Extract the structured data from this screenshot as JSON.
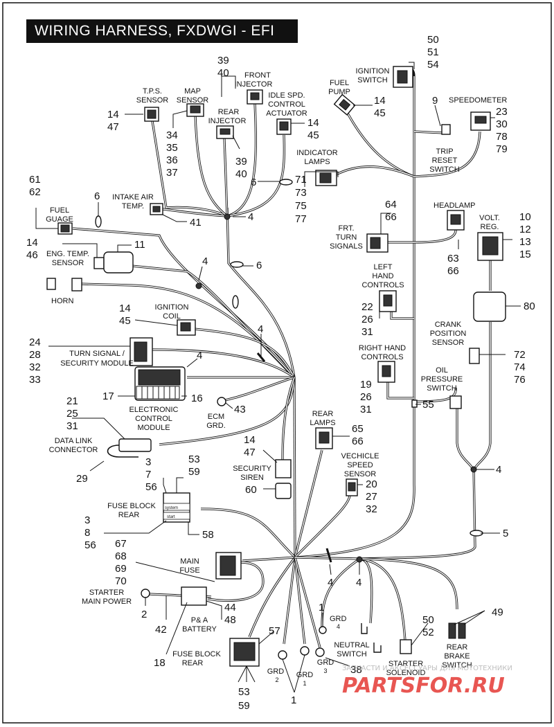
{
  "title": "WIRING HARNESS, FXDWGI - EFI",
  "watermark": {
    "line1": "ЗАПЧАСТИ И АКСЕССУАРЫ ДЛЯ МОТОТЕХНИКИ",
    "line2": "PARTSFOR.RU",
    "color": "#e53935"
  },
  "labels": {
    "ignition_switch": [
      "IGNITION",
      "SWITCH"
    ],
    "fuel_pump": [
      "FUEL",
      "PUMP"
    ],
    "speedometer": [
      "SPEEDOMETER"
    ],
    "front_injector": [
      "FRONT",
      "INJECTOR"
    ],
    "idle_spd": [
      "IDLE SPD.",
      "CONTROL",
      "ACTUATOR"
    ],
    "tps_sensor": [
      "T.P.S.",
      "SENSOR"
    ],
    "map_sensor": [
      "MAP",
      "SENSOR"
    ],
    "rear_injector": [
      "REAR",
      "INJECTOR"
    ],
    "trip_reset": [
      "TRIP",
      "RESET",
      "SWITCH"
    ],
    "indicator_lamps": [
      "INDICATOR",
      "LAMPS"
    ],
    "intake_air": [
      "INTAKE  AIR",
      "TEMP."
    ],
    "fuel_guage": [
      "FUEL",
      "GUAGE"
    ],
    "headlamp": [
      "HEADLAMP"
    ],
    "volt_reg": [
      "VOLT.",
      "REG."
    ],
    "frt_turn": [
      "FRT.",
      "TURN",
      "SIGNALS"
    ],
    "eng_temp": [
      "ENG. TEMP.",
      "SENSOR"
    ],
    "horn": [
      "HORN"
    ],
    "left_hand": [
      "LEFT",
      "HAND",
      "CONTROLS"
    ],
    "ignition_coil": [
      "IGNITION",
      "COIL"
    ],
    "crank_pos": [
      "CRANK",
      "POSITION",
      "SENSOR"
    ],
    "turn_signal": [
      "TURN SIGNAL /",
      "SECURITY MODULE"
    ],
    "right_hand": [
      "RIGHT HAND",
      "CONTROLS"
    ],
    "oil_pressure": [
      "OIL",
      "PRESSURE",
      "SWITCH"
    ],
    "ecm": [
      "ELECTRONIC",
      "CONTROL",
      "MODULE"
    ],
    "ecm_grd": [
      "ECM",
      "GRD."
    ],
    "rear_lamps": [
      "REAR",
      "LAMPS"
    ],
    "data_link": [
      "DATA LINK",
      "CONNECTOR"
    ],
    "security_siren": [
      "SECURITY",
      "SIREN"
    ],
    "vss": [
      "VECHICLE",
      "SPEED",
      "SENSOR"
    ],
    "fuse_block_rear_upper": [
      "FUSE BLOCK",
      "REAR"
    ],
    "system": "system",
    "start": "start",
    "main_fuse": [
      "MAIN",
      "FUSE"
    ],
    "starter_main": [
      "STARTER",
      "MAIN POWER"
    ],
    "pa_battery": [
      "P& A",
      "BATTERY"
    ],
    "fuse_block_rear_lower": [
      "FUSE BLOCK",
      "REAR"
    ],
    "grd4": [
      "GRD",
      "4"
    ],
    "neutral": [
      "NEUTRAL",
      "SWITCH"
    ],
    "starter_solenoid": [
      "STARTER",
      "SOLENOID"
    ],
    "rear_brake": [
      "REAR",
      "BRAKE",
      "SWITCH"
    ],
    "grd2": [
      "GRD",
      "2"
    ],
    "grd1": [
      "GRD",
      "1"
    ],
    "grd3": [
      "GRD",
      "3"
    ]
  },
  "callouts": {
    "ign_sw": [
      "50",
      "51",
      "54"
    ],
    "fuel_pump": [
      "14",
      "45"
    ],
    "trip": [
      "9"
    ],
    "speedo": [
      "23",
      "30",
      "78",
      "79"
    ],
    "front_inj": [
      "39",
      "40"
    ],
    "idle": [
      "14",
      "45"
    ],
    "tps": [
      "14",
      "47"
    ],
    "map": [
      "34",
      "35",
      "36",
      "37"
    ],
    "rear_inj": [
      "39",
      "40"
    ],
    "six_top": [
      "6"
    ],
    "indicator": [
      "71",
      "73",
      "75",
      "77"
    ],
    "fuel_g": [
      "61",
      "62"
    ],
    "six_fg": [
      "6"
    ],
    "intake": [
      "41"
    ],
    "four_a": [
      "4"
    ],
    "headlamp": [
      "63",
      "66"
    ],
    "volt": [
      "10",
      "12",
      "13",
      "15"
    ],
    "frt_turn": [
      "64",
      "66"
    ],
    "eng_temp": [
      "14",
      "46"
    ],
    "eleven": [
      "11"
    ],
    "four_b": [
      "4"
    ],
    "six_c": [
      "6"
    ],
    "left_hand": [
      "22",
      "26",
      "31"
    ],
    "crank": [
      "80"
    ],
    "ign_coil": [
      "14",
      "45"
    ],
    "four_c": [
      "4"
    ],
    "turn_sig": [
      "24",
      "28",
      "32",
      "33"
    ],
    "four_d": [
      "4"
    ],
    "crank_pos": [
      "72",
      "74",
      "76"
    ],
    "right_hand": [
      "19",
      "26",
      "31"
    ],
    "ecm_17": [
      "17"
    ],
    "ecm_16": [
      "16"
    ],
    "ecm_grd": [
      "43"
    ],
    "oil": [
      "55"
    ],
    "data_link": [
      "21",
      "25",
      "31"
    ],
    "rear_lamps": [
      "65",
      "66"
    ],
    "siren": [
      "14",
      "47"
    ],
    "siren_60": [
      "60"
    ],
    "dl_29": [
      "29"
    ],
    "four_e": [
      "4"
    ],
    "fb_upper": [
      "3",
      "7",
      "56"
    ],
    "fb_53": [
      "53",
      "59"
    ],
    "vss": [
      "20",
      "27",
      "32"
    ],
    "fb_58": [
      "58"
    ],
    "fb_3": [
      "3",
      "8",
      "56"
    ],
    "five": [
      "5"
    ],
    "main_fuse": [
      "67",
      "68",
      "69",
      "70"
    ],
    "four_f": [
      "4"
    ],
    "four_g": [
      "4"
    ],
    "starter_2": [
      "2"
    ],
    "batt_42": [
      "42"
    ],
    "batt_44": [
      "44",
      "48"
    ],
    "grd4_1": [
      "1"
    ],
    "rear_brake": [
      "49"
    ],
    "solenoid": [
      "50",
      "52"
    ],
    "fb_18": [
      "18"
    ],
    "fb_57": [
      "57"
    ],
    "neutral_38": [
      "38"
    ],
    "fb_lower": [
      "53",
      "59"
    ],
    "grd_1": [
      "1"
    ]
  }
}
